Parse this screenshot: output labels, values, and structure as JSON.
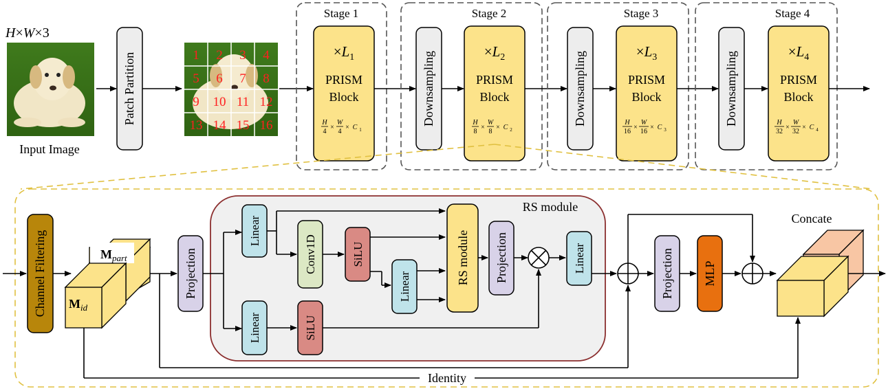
{
  "input": {
    "dims_h": "H",
    "dims_times1": "×",
    "dims_w": "W",
    "dims_times2": "×",
    "dims_c": "3",
    "caption": "Input Image"
  },
  "patch_partition": "Patch Partition",
  "patch_numbers": [
    "1",
    "2",
    "3",
    "4",
    "5",
    "6",
    "7",
    "8",
    "9",
    "10",
    "11",
    "12",
    "13",
    "14",
    "15",
    "16"
  ],
  "stages": [
    {
      "title": "Stage 1",
      "times": "×",
      "L": "L",
      "Lsub": "1",
      "block_l1": "PRISM",
      "block_l2": "Block",
      "res_h": "H",
      "res_hd": "4",
      "res_w": "W",
      "res_wd": "4",
      "res_c": "C",
      "res_cs": "1"
    },
    {
      "title": "Stage 2",
      "times": "×",
      "L": "L",
      "Lsub": "2",
      "block_l1": "PRISM",
      "block_l2": "Block",
      "res_h": "H",
      "res_hd": "8",
      "res_w": "W",
      "res_wd": "8",
      "res_c": "C",
      "res_cs": "2"
    },
    {
      "title": "Stage 3",
      "times": "×",
      "L": "L",
      "Lsub": "3",
      "block_l1": "PRISM",
      "block_l2": "Block",
      "res_h": "H",
      "res_hd": "16",
      "res_w": "W",
      "res_wd": "16",
      "res_c": "C",
      "res_cs": "3"
    },
    {
      "title": "Stage 4",
      "times": "×",
      "L": "L",
      "Lsub": "4",
      "block_l1": "PRISM",
      "block_l2": "Block",
      "res_h": "H",
      "res_hd": "32",
      "res_w": "W",
      "res_wd": "32",
      "res_c": "C",
      "res_cs": "4"
    }
  ],
  "downsampling": "Downsampling",
  "detail": {
    "channel_filtering": "Channel Filtering",
    "m_part": "M",
    "m_part_sub": "part",
    "m_id": "M",
    "m_id_sub": "id",
    "projection": "Projection",
    "rs_title": "RS module",
    "linear": "Linear",
    "conv1d": "Conv1D",
    "silu": "SiLU",
    "rs_module": "RS module",
    "mlp": "MLP",
    "concate": "Concate",
    "identity": "Identity",
    "mult_symbol": "⊗",
    "add_symbol": "⊕"
  },
  "colors": {
    "block_yellow": "#FCE38A",
    "gray_box": "#EDEDED",
    "linear_blue": "#BFE3EA",
    "conv_green": "#DCE8C4",
    "silu_red": "#D98A84",
    "proj_purple": "#D8D2E8",
    "mlp_orange": "#E8700F",
    "channel_gold": "#B8860B",
    "cube_peach": "#F8C6A4",
    "rs_border": "#8B2E2E",
    "rs_fill": "#F0F0F0",
    "patch_numbers_red": "#FF2020"
  }
}
